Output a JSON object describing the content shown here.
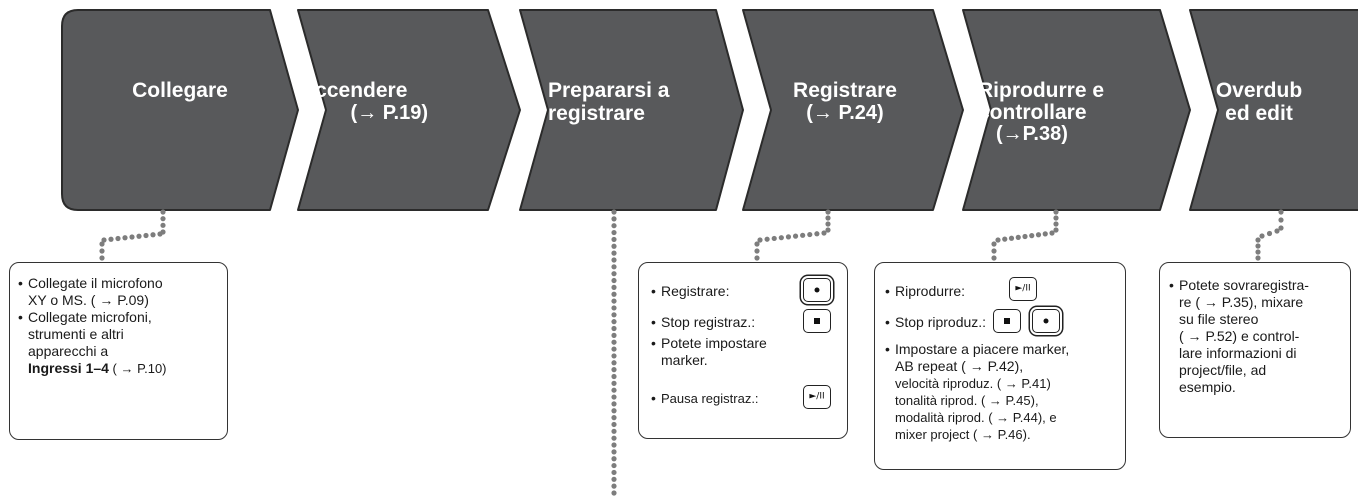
{
  "colors": {
    "step_fill": "#58595b",
    "step_stroke": "#2b2b2b",
    "dots": "#7d7d7d",
    "box_border": "#333333"
  },
  "steps": [
    {
      "line1": "Collegare",
      "line2": "",
      "line3": ""
    },
    {
      "line1": "Accendere",
      "line2": "(→  P.19)",
      "line3": ""
    },
    {
      "line1": "Prepararsi a",
      "line2": "registrare",
      "line3": ""
    },
    {
      "line1": "Registrare",
      "line2": "(→  P.24)",
      "line3": ""
    },
    {
      "line1": "Riprodurre e",
      "line2": "controllare",
      "line3": "(→P.38)"
    },
    {
      "line1": "Overdub",
      "line2": "ed edit",
      "line3": ""
    }
  ],
  "box_collegare": {
    "b1_l1": "Collegate il microfono",
    "b1_l2": "XY o MS. ( → P.09)",
    "b2_l1": "Collegate microfoni,",
    "b2_l2": "strumenti e altri",
    "b2_l3": "apparecchi a",
    "b2_bold": "Ingressi 1–4",
    "b2_ref": " ( → P.10)"
  },
  "box_registrare": {
    "rec_label": "Registrare:",
    "stop_label": "Stop registraz.:",
    "marker_l1": "Potete impostare",
    "marker_l2": "marker.",
    "pause_label": "Pausa registraz.:"
  },
  "box_riprodurre": {
    "play_label": "Riprodurre:",
    "stop_label": "Stop riproduz.:",
    "l1": "Impostare a piacere marker,",
    "l2": "AB repeat ( → P.42),",
    "l3": "velocità riproduz. ( → P.41)",
    "l4": "tonalità riprod. ( → P.45),",
    "l5": "modalità riprod. ( → P.44), e",
    "l6": "mixer project ( → P.46)."
  },
  "box_overdub": {
    "l1": "Potete sovraregistra-",
    "l2": "re  ( → P.35), mixare",
    "l3": "su file stereo",
    "l4": "( → P.52) e control-",
    "l5": "lare informazioni di",
    "l6": "project/file, ad",
    "l7": "esempio."
  },
  "icons": {
    "record": "record-button-icon",
    "stop": "stop-button-icon",
    "play_pause": "play-pause-button-icon",
    "play_pause_glyph": "►/II"
  }
}
